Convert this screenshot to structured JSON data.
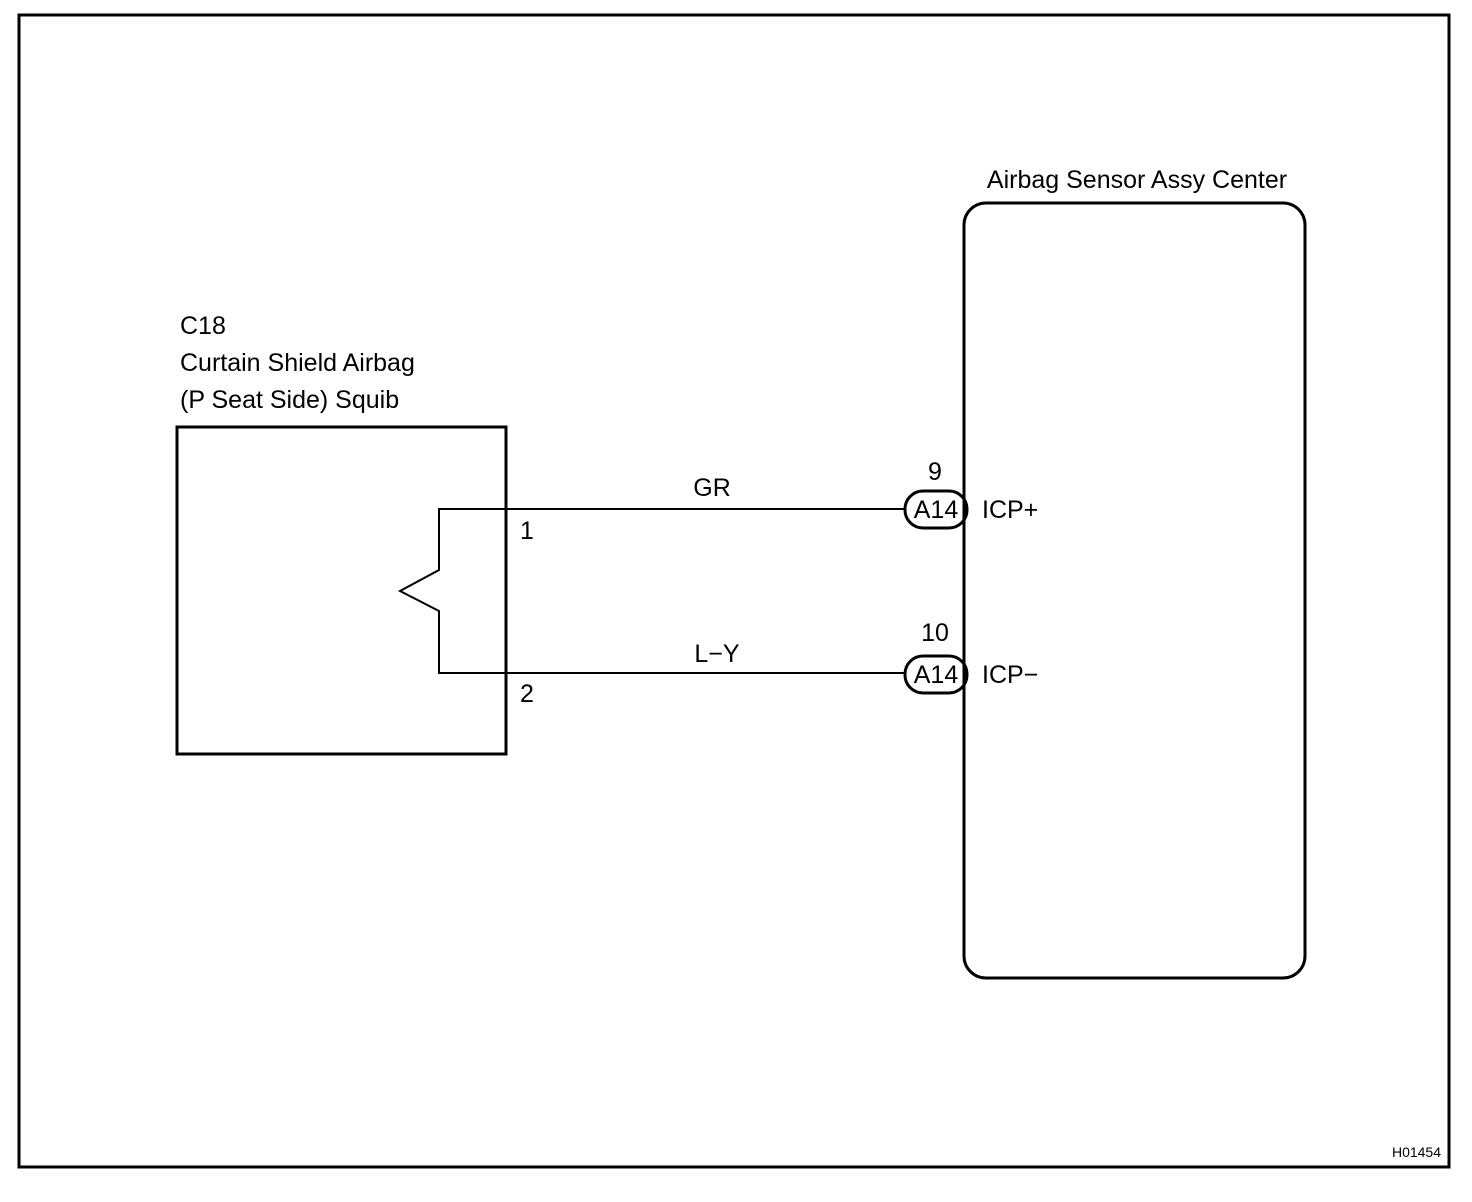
{
  "squib": {
    "code": "C18",
    "name_line1": "Curtain Shield Airbag",
    "name_line2": "(P Seat Side) Squib",
    "pin1": "1",
    "pin2": "2"
  },
  "sensor": {
    "name": "Airbag Sensor Assy Center"
  },
  "wires": [
    {
      "color": "GR",
      "pin_no": "9",
      "connector": "A14",
      "terminal": "ICP+"
    },
    {
      "color": "L−Y",
      "pin_no": "10",
      "connector": "A14",
      "terminal": "ICP−"
    }
  ],
  "diagram_id": "H01454"
}
